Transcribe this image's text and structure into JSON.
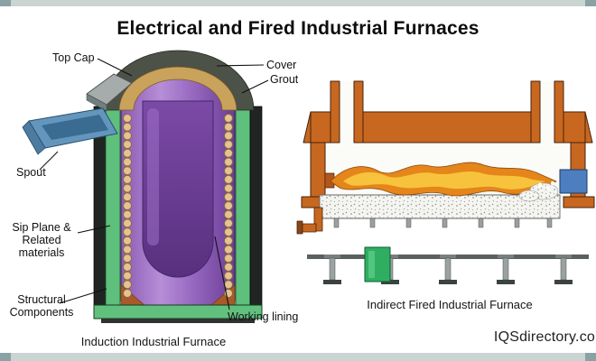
{
  "page": {
    "title": "Electrical and Fired Industrial Furnaces",
    "watermark": "IQSdirectory.co"
  },
  "induction": {
    "caption": "Induction Industrial Furnace",
    "labels": {
      "top_cap": "Top Cap",
      "cover": "Cover",
      "grout": "Grout",
      "spout": "Spout",
      "sip_plane": "Sip Plane &\nRelated\nmaterials",
      "structural": "Structural\nComponents",
      "working_lining": "Working lining"
    }
  },
  "fired": {
    "caption": "Indirect Fired Industrial Furnace"
  },
  "colors": {
    "working_lining_purple": "#8a5ab2",
    "cavity_purple": "#6b3d97",
    "coil_tan": "#e4c292",
    "shell_green": "#5fbf7c",
    "spout_blue": "#6496bd",
    "cover_tan": "#c9a25c",
    "furnace_orange": "#c8671f",
    "flame_outer_orange": "#e5851a",
    "flame_inner_yellow": "#f7c33c",
    "sight_box_blue": "#4c7ec0"
  }
}
